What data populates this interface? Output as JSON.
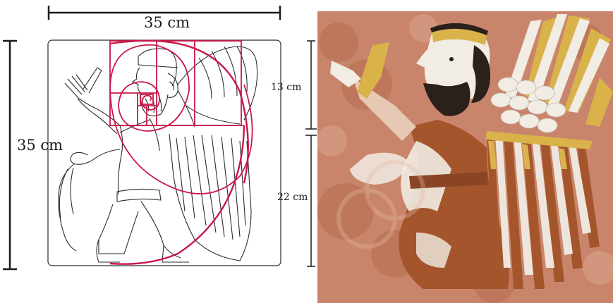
{
  "measurements": {
    "width_label": "35 cm",
    "height_label": "35 cm",
    "upper_segment_label": "13 cm",
    "lower_segment_label": "22 cm"
  },
  "colors": {
    "outline": "#2b2b2b",
    "golden_spiral": "#c8184a",
    "relief_background": "#c9856b",
    "relief_brown": "#a5552c",
    "relief_white": "#f1ece4",
    "relief_gold": "#d9b24a",
    "relief_dark": "#2a211c"
  },
  "panels": {
    "left": "line-drawing-with-golden-spiral",
    "right": "painted-relief-photo"
  }
}
